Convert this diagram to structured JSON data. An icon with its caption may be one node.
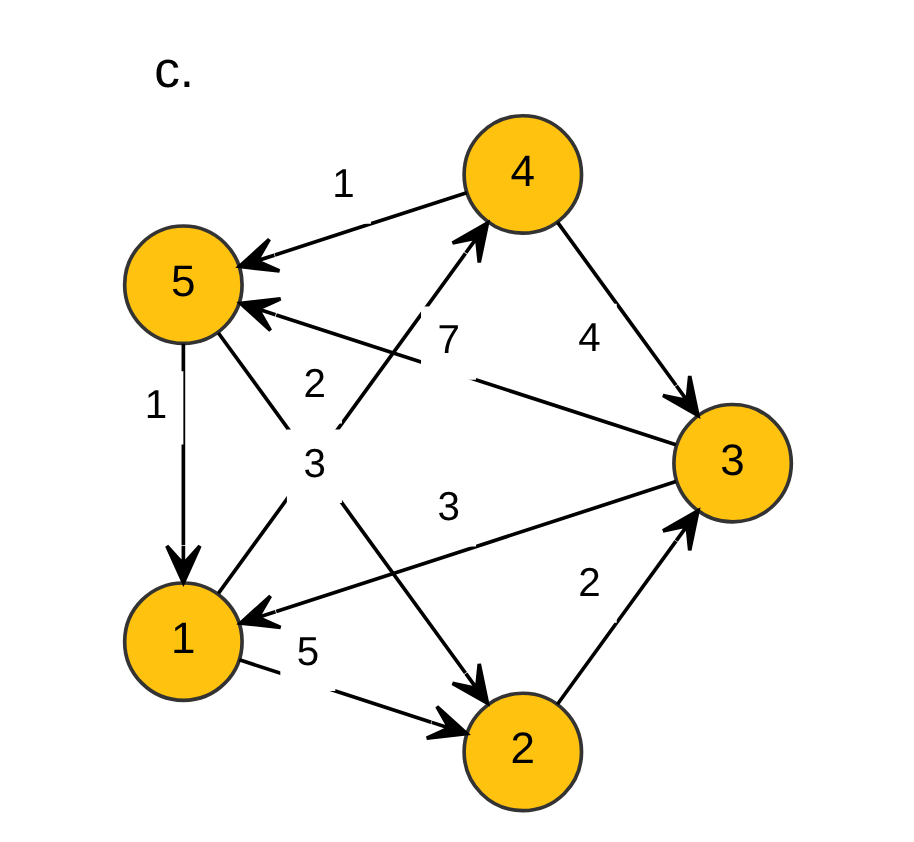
{
  "diagram": {
    "title": "c.",
    "nodes": [
      {
        "text": [
          "1"
        ]
      },
      {
        "text": [
          "5"
        ]
      },
      {
        "text": [
          "2"
        ]
      },
      {
        "text": [
          "4"
        ]
      },
      {
        "text": [
          "3"
        ]
      }
    ],
    "edges": [
      {
        "from": 1,
        "to": 0,
        "arrow": "to",
        "label": "1"
      },
      {
        "from": 0,
        "to": 2,
        "arrow": "to",
        "label": "5"
      },
      {
        "from": 1,
        "to": 2,
        "arrow": "to",
        "label": "3"
      },
      {
        "from": 0,
        "to": 3,
        "arrow": "to",
        "label": "2"
      },
      {
        "from": 4,
        "to": 0,
        "arrow": "to",
        "label": "3"
      },
      {
        "from": 2,
        "to": 4,
        "arrow": "to",
        "label": "2"
      },
      {
        "from": 4,
        "to": 1,
        "arrow": "to",
        "label": "7"
      },
      {
        "from": 3,
        "to": 1,
        "arrow": "to",
        "label": "1"
      },
      {
        "from": 3,
        "to": 4,
        "arrow": "to",
        "label": "4"
      }
    ]
  }
}
